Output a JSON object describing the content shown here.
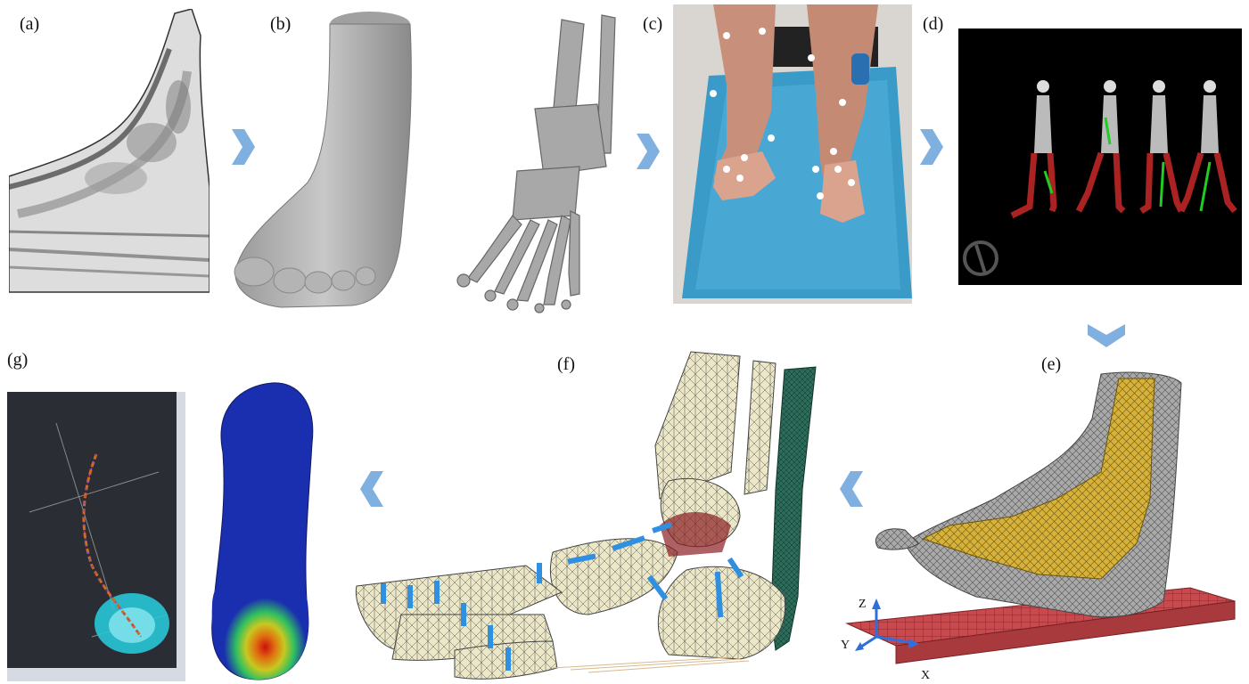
{
  "panels": {
    "a": {
      "label": "(a)"
    },
    "b": {
      "label": "(b)"
    },
    "c": {
      "label": "(c)"
    },
    "d": {
      "label": "(d)"
    },
    "e": {
      "label": "(e)"
    },
    "f": {
      "label": "(f)"
    },
    "g": {
      "label": "(g)"
    }
  },
  "axes": {
    "z": "Z",
    "y": "Y",
    "x": "X"
  },
  "colors": {
    "arrow": "#7fb0df",
    "bone": "#ece7c6",
    "mesh_gold": "#d6b23a",
    "ligament": "#2f8fe0",
    "plate": "#c84a4e",
    "pressure_blue": "#1a2fb0"
  },
  "icons": [
    "chevron-right-icon",
    "chevron-down-icon",
    "chevron-left-icon"
  ]
}
